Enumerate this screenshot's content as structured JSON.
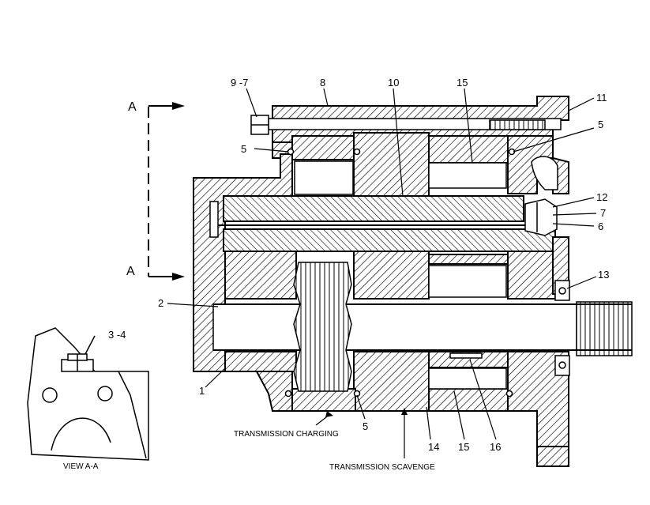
{
  "diagram": {
    "section_labels": {
      "top": "A",
      "bottom": "A"
    },
    "view_caption": "VIEW A-A",
    "port_labels": {
      "charging": "TRANSMISSION CHARGING",
      "scavenge": "TRANSMISSION SCAVENGE"
    },
    "callouts": {
      "c9_7": "9 -7",
      "c8": "8",
      "c10": "10",
      "c15_top": "15",
      "c11": "11",
      "c5_left": "5",
      "c5_right": "5",
      "c12": "12",
      "c7": "7",
      "c6": "6",
      "c13": "13",
      "c2": "2",
      "c3_4": "3 -4",
      "c1": "1",
      "c5_bottom": "5",
      "c14": "14",
      "c15_bottom": "15",
      "c16": "16"
    }
  }
}
